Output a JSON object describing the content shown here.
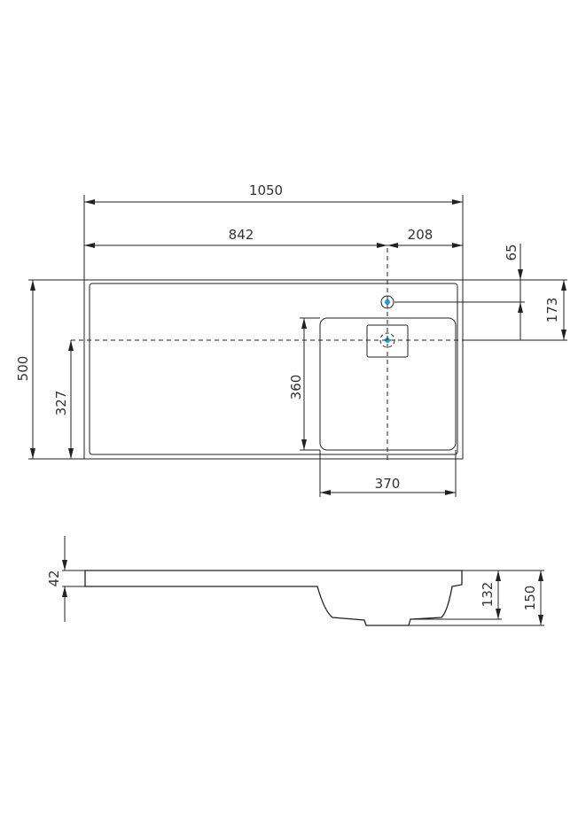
{
  "colors": {
    "line": "#222222",
    "marker": "#1a9ee0"
  },
  "top_view": {
    "dims": {
      "overall_width": "1050",
      "left_to_tap": "842",
      "tap_to_right": "208",
      "tap_from_back": "65",
      "drain_from_back": "173",
      "overall_depth": "500",
      "drain_from_front": "327",
      "basin_depth": "360",
      "basin_width": "370"
    }
  },
  "side_view": {
    "dims": {
      "slab_thickness": "42",
      "basin_height": "132",
      "total_height": "150"
    }
  }
}
